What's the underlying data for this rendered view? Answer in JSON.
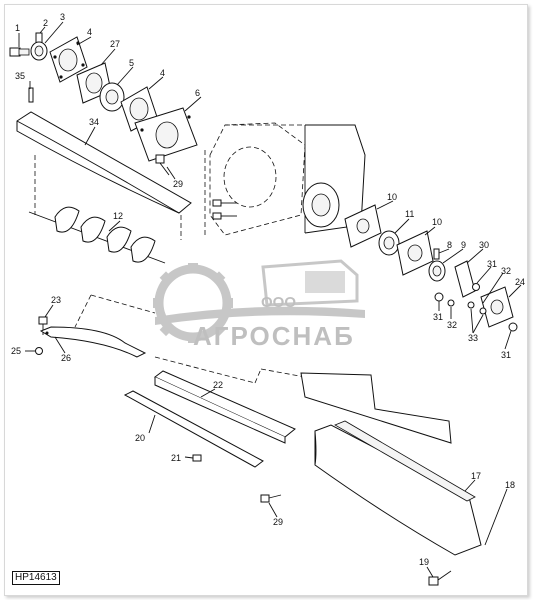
{
  "drawing_code": "HP14613",
  "watermark": {
    "line1": "ООО",
    "line2": "АГРОСНАБ"
  },
  "callouts": [
    "1",
    "2",
    "3",
    "4",
    "27",
    "5",
    "4",
    "6",
    "35",
    "34",
    "29",
    "12",
    "10",
    "11",
    "10",
    "8",
    "9",
    "30",
    "31",
    "32",
    "24",
    "31",
    "32",
    "33",
    "31",
    "23",
    "25",
    "26",
    "22",
    "20",
    "21",
    "29",
    "17",
    "18",
    "19"
  ]
}
